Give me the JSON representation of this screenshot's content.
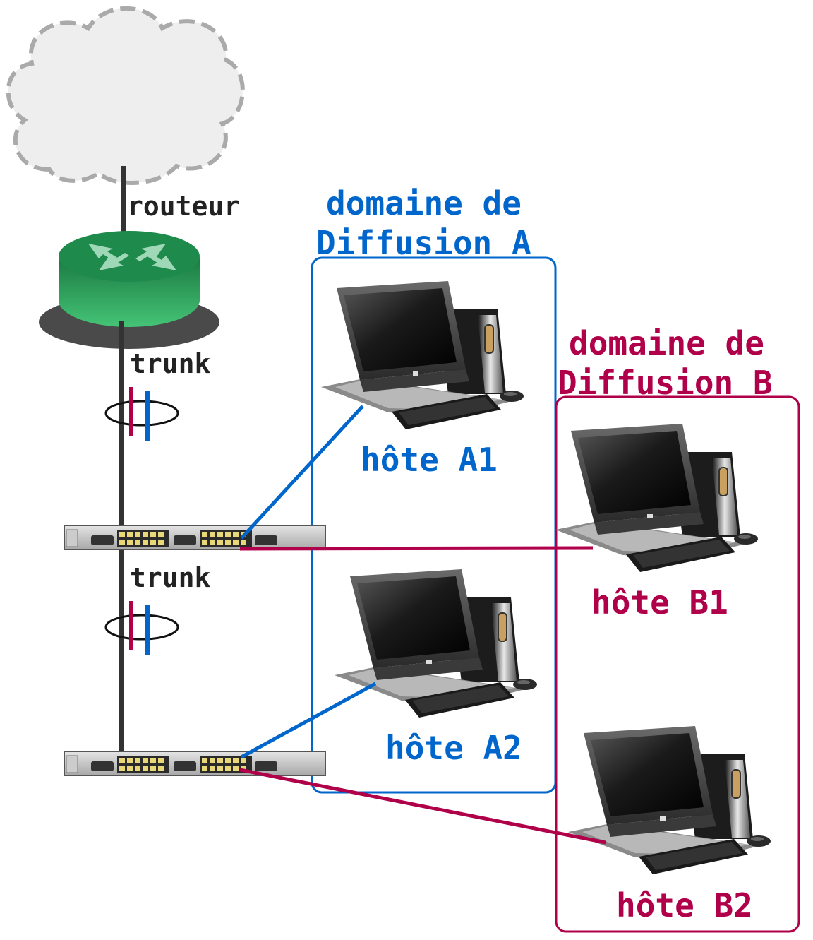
{
  "labels": {
    "router": "routeur",
    "trunk_upper": "trunk",
    "trunk_lower": "trunk",
    "domain_a_line1": "domaine de",
    "domain_a_line2": "Diffusion A",
    "domain_b_line1": "domaine de",
    "domain_b_line2": "Diffusion B",
    "host_a1": "hôte A1",
    "host_a2": "hôte A2",
    "host_b1": "hôte B1",
    "host_b2": "hôte B2"
  },
  "colors": {
    "domain_a": "#0066cc",
    "domain_b": "#b0004a",
    "trunk_link": "#333333",
    "label_dark": "#222222",
    "router_top": "#1e8a4c",
    "router_side": "#2fb863",
    "cloud_fill": "#eeeeee",
    "cloud_stroke": "#aaaaaa"
  },
  "icons": {
    "cloud": "cloud-icon",
    "router": "router-icon",
    "switch": "switch-icon",
    "computer": "desktop-computer-icon",
    "trunk_bundle": "trunk-bundle-icon"
  }
}
